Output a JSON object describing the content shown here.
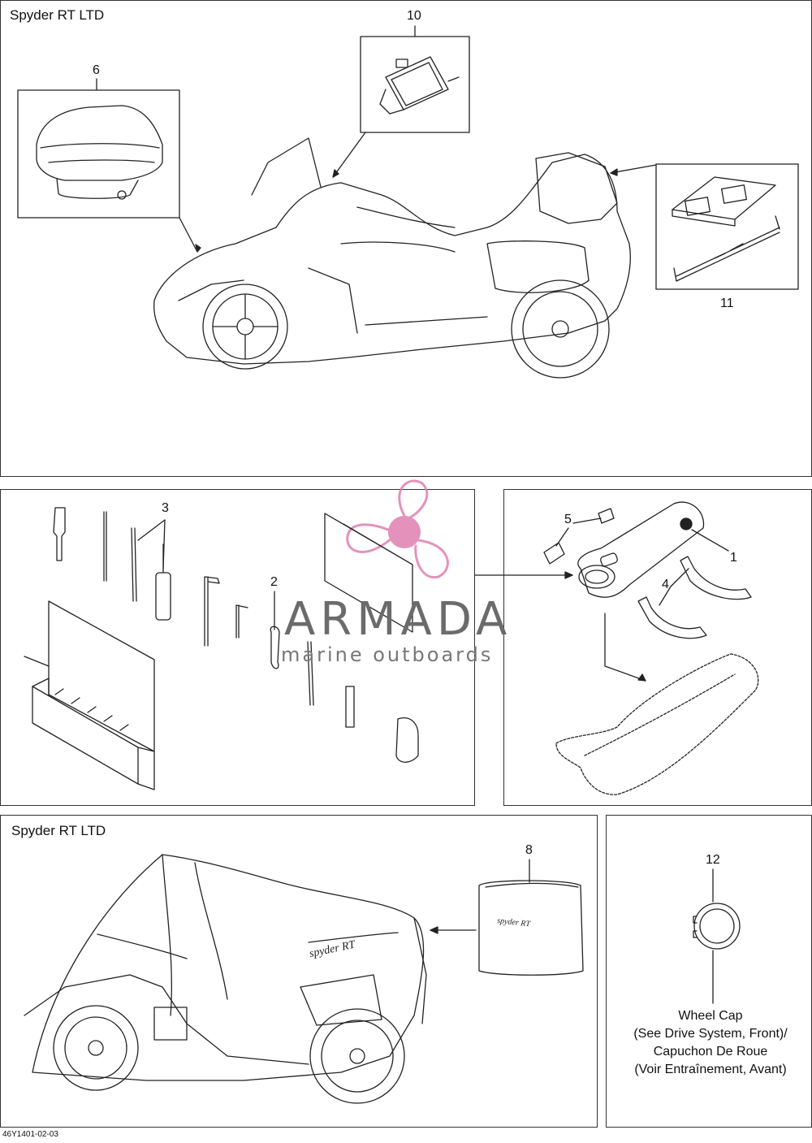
{
  "panels": {
    "top_title": "Spyder RT LTD",
    "bottom_title": "Spyder RT LTD"
  },
  "callouts": {
    "c1": "1",
    "c2": "2",
    "c3": "3",
    "c4": "4",
    "c5": "5",
    "c6": "6",
    "c8": "8",
    "c10": "10",
    "c11": "11",
    "c12": "12"
  },
  "wheel_cap_note": {
    "line1": "Wheel Cap",
    "line2": "(See Drive System, Front)/",
    "line3": "Capuchon De Roue",
    "line4": "(Voir Entraînement, Avant)"
  },
  "watermark": {
    "brand": "ARMADA",
    "tagline": "marine outboards",
    "brand_color": "#e07fb0"
  },
  "doc_id": "46Y1401-02-03",
  "colors": {
    "line": "#222222",
    "panel_border": "#333333",
    "watermark_gray": "#6b6b6b"
  },
  "icons": [
    "motorcycle-illustration",
    "seat-illustration",
    "gps-unit-illustration",
    "luggage-rack-illustration",
    "tool-kit-illustration",
    "tool-bag-illustration",
    "vehicle-cover-illustration",
    "wheel-cap-illustration",
    "propeller-logo"
  ]
}
